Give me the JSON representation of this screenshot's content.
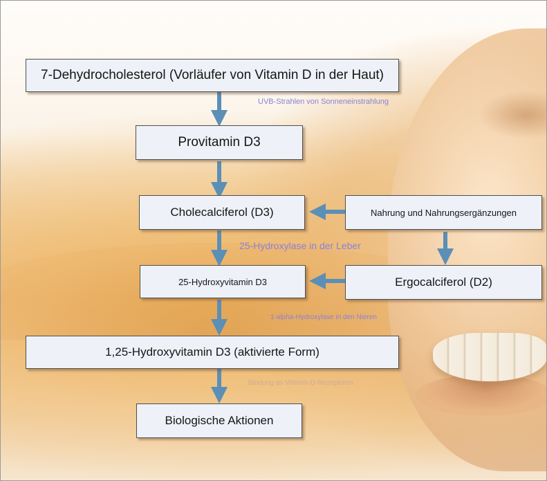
{
  "diagram": {
    "boxes": {
      "dehydro": "7-Dehydrocholesterol (Vorläufer von Vitamin D in der Haut)",
      "provitamin": "Provitamin D3",
      "cholecalciferol": "Cholecalciferol (D3)",
      "nahrung": "Nahrung und Nahrungsergänzungen",
      "hydroxyvitamin": "25-Hydroxyvitamin D3",
      "ergocalciferol": "Ergocalciferol (D2)",
      "dihydroxy": "1,25-Hydroxyvitamin D3 (aktivierte Form)",
      "aktionen": "Biologische Aktionen"
    },
    "labels": {
      "uvb": "UVB-Strahlen von Sonneneinstrahlung",
      "leber": "25-Hydroxylase in der Leber",
      "nieren": "1-alpha-Hydroxylase in den Nieren",
      "rezeptor": "Bindung an Vitamin-D-Rezeptoren"
    },
    "colors": {
      "arrow": "#5b8fb6",
      "label": "#8a82d6",
      "box": "#eef2f8"
    }
  }
}
